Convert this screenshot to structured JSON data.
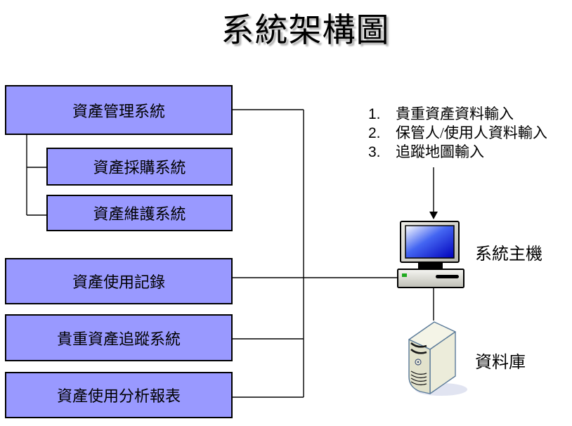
{
  "title": "系統架構圖",
  "boxes": [
    {
      "label": "資產管理系統"
    },
    {
      "label": "資產採購系統"
    },
    {
      "label": "資產維護系統"
    },
    {
      "label": "資產使用記錄"
    },
    {
      "label": "貴重資產追蹤系統"
    },
    {
      "label": "資產使用分析報表"
    }
  ],
  "input_list": {
    "items": [
      {
        "number": "1.",
        "text": "貴重資產資料輸入"
      },
      {
        "number": "2.",
        "text": "保管人/使用人資料輸入"
      },
      {
        "number": "3.",
        "text": "追蹤地圖輸入"
      }
    ]
  },
  "host": {
    "label": "系統主機"
  },
  "database": {
    "label": "資料庫"
  },
  "colors": {
    "box_fill": "#9999FF",
    "box_border": "#000000",
    "connector": "#000000",
    "screen_gradient_start": "#FFFFFF",
    "screen_gradient_end": "#0000CC",
    "server_body": "#ECECDA",
    "server_outline": "#5A7A99"
  }
}
